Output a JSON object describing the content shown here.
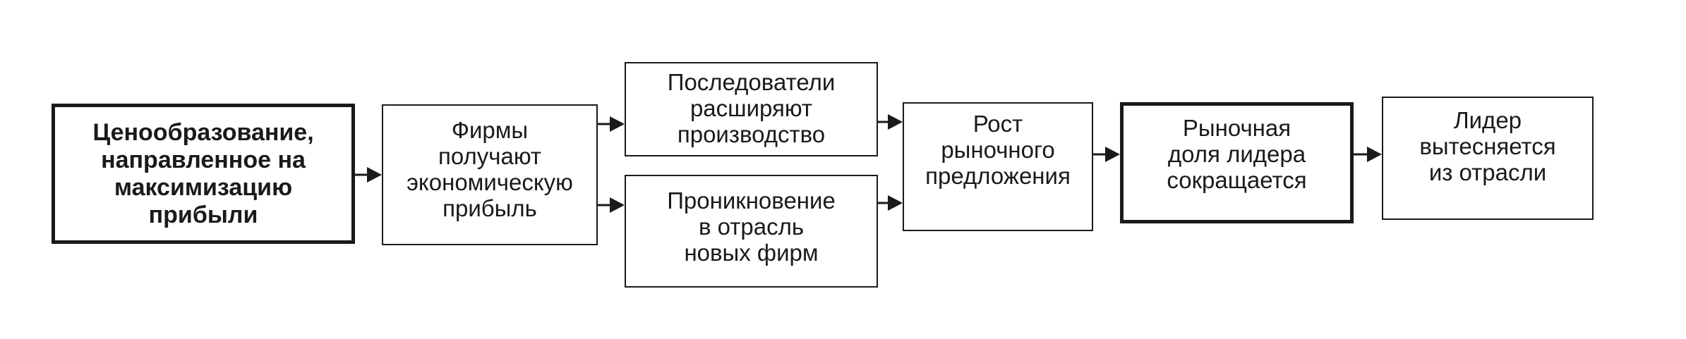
{
  "boxes": {
    "pricing": [
      "Ценообразование,",
      "направленное на",
      "максимизацию",
      "прибыли"
    ],
    "profit": [
      "Фирмы",
      "получают",
      "экономическую",
      "прибыль"
    ],
    "followers": [
      "Последователи",
      "расширяют",
      "производство"
    ],
    "entry": [
      "Проникновение",
      "в отрасль",
      "новых фирм"
    ],
    "supply": [
      "Рост",
      "рыночного",
      "предложения"
    ],
    "share": [
      "Рыночная",
      "доля лидера",
      "сокращается"
    ],
    "leader": [
      "Лидер",
      "вытесняется",
      "из отрасли"
    ]
  }
}
